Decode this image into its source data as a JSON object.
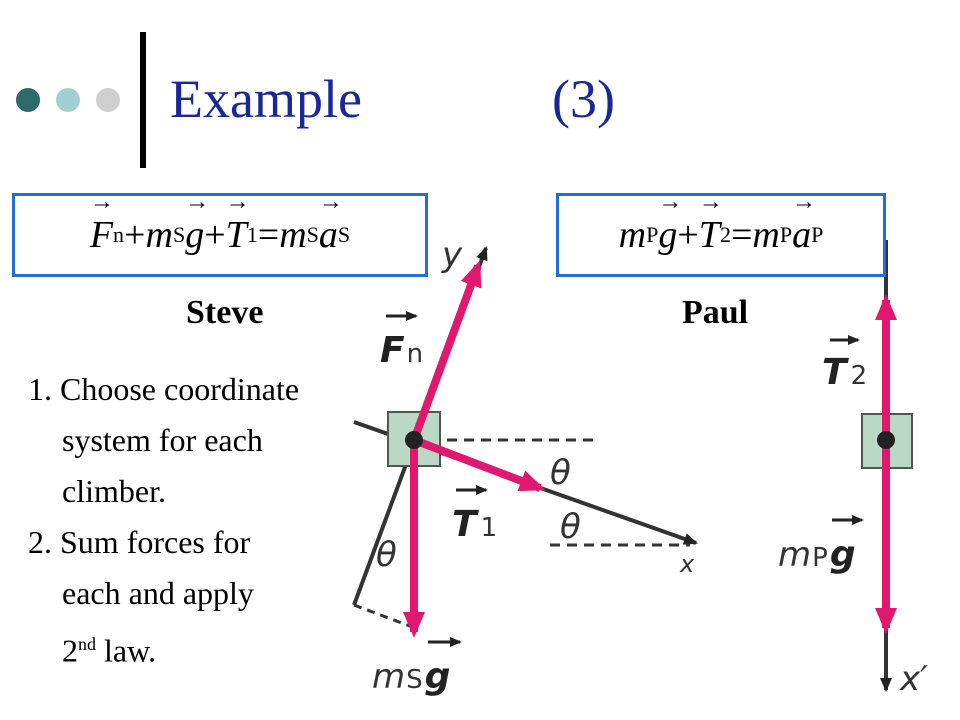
{
  "slide": {
    "title": "Example",
    "title_number": "(3)"
  },
  "equations": {
    "steve": {
      "F": "F",
      "F_sub": "n",
      "plus1": " + ",
      "m1": "m",
      "m1_sub": "S",
      "g": "g",
      "plus2": " + ",
      "T": "T",
      "T_sub": "1",
      "eq": " = ",
      "m2": "m",
      "m2_sub": "S",
      "a": "a",
      "a_sub": "S"
    },
    "paul": {
      "m1": "m",
      "m1_sub": "P",
      "g": "g",
      "plus": " + ",
      "T": "T",
      "T_sub": "2",
      "eq": " = ",
      "m2": "m",
      "m2_sub": "P",
      "a": "a",
      "a_sub": "P"
    }
  },
  "labels": {
    "steve": "Steve",
    "paul": "Paul"
  },
  "steps": [
    {
      "number": "1.",
      "line1": "Choose coordinate",
      "line2": "system for each",
      "line3": "climber."
    },
    {
      "number": "2.",
      "line1": "Sum forces for",
      "line2": "each and apply",
      "line3_pre": "2",
      "line3_sup": "nd",
      "line3_post": " law."
    }
  ],
  "diagram": {
    "axis_y": "y",
    "axis_x": "x",
    "axis_x_prime": "x′",
    "theta": "θ",
    "Fn": "F",
    "Fn_sub": "n",
    "T1": "T",
    "T1_sub": "1",
    "T2": "T",
    "T2_sub": "2",
    "mSg_m": "m",
    "mSg_sub": "S",
    "mSg_g": "g",
    "mPg_m": "m",
    "mPg_sub": "P",
    "mPg_g": "g",
    "arrow_color": "#e0186f",
    "box_color": "#b9d9c4"
  }
}
